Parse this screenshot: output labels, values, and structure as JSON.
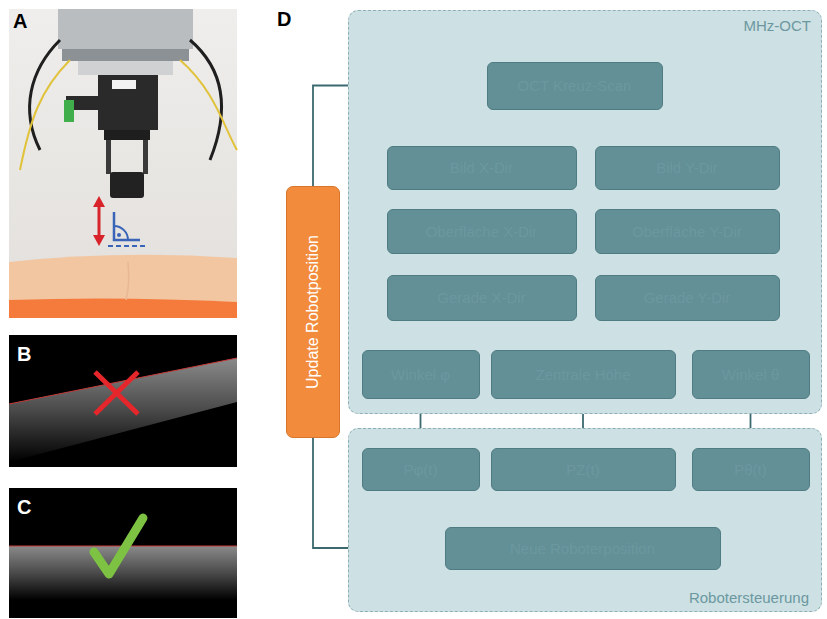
{
  "diagram": {
    "nodes": [
      {
        "text": [
          "MHz-OCT"
        ]
      },
      {
        "text": [
          "OCT Kreuz-Scan"
        ],
        "in": 0
      },
      {
        "text": [
          "Bild X-Dir"
        ],
        "in": 0
      },
      {
        "text": [
          "Bild Y-Dir"
        ],
        "in": 0
      },
      {
        "text": [
          "Oberfläche X-Dir"
        ],
        "in": 0
      },
      {
        "text": [
          "Oberfläche Y-Dir"
        ],
        "in": 0
      },
      {
        "text": [
          "Gerade X-Dir"
        ],
        "in": 0
      },
      {
        "text": [
          "Gerade Y-Dir"
        ],
        "in": 0
      },
      {
        "text": [
          "Winkel φ"
        ],
        "in": 0
      },
      {
        "text": [
          "Zentrale Höhe"
        ],
        "in": 0
      },
      {
        "text": [
          "Winkel θ"
        ],
        "in": 0
      },
      {
        "text": [
          "Robotersteuerung"
        ]
      },
      {
        "text": [
          "Pφ(t)"
        ],
        "in": 11
      },
      {
        "text": [
          "PZ(t)"
        ],
        "in": 11
      },
      {
        "text": [
          "Pθ(t)"
        ],
        "in": 11
      },
      {
        "text": [
          "Neue Roboterposition"
        ],
        "in": 11
      },
      {
        "text": [
          "Update Robotposition"
        ]
      }
    ],
    "edges": [
      {
        "from": 1,
        "to": 2,
        "arrow": "to"
      },
      {
        "from": 1,
        "to": 3,
        "arrow": "to"
      },
      {
        "from": 2,
        "to": 4,
        "arrow": "to"
      },
      {
        "from": 3,
        "to": 5,
        "arrow": "to"
      },
      {
        "from": 4,
        "to": 6,
        "arrow": "to"
      },
      {
        "from": 5,
        "to": 7,
        "arrow": "to"
      },
      {
        "from": 6,
        "to": 8,
        "arrow": "to"
      },
      {
        "from": 6,
        "to": 9,
        "arrow": "to"
      },
      {
        "from": 7,
        "to": 10,
        "arrow": "to"
      },
      {
        "from": 8,
        "to": 12,
        "arrow": "to"
      },
      {
        "from": 9,
        "to": 13,
        "arrow": "to"
      },
      {
        "from": 10,
        "to": 14,
        "arrow": "to"
      },
      {
        "from": 12,
        "to": 15,
        "arrow": "to"
      },
      {
        "from": 13,
        "to": 15,
        "arrow": "to"
      },
      {
        "from": 14,
        "to": 15,
        "arrow": "to"
      },
      {
        "from": 15,
        "to": 16,
        "arrow": "none"
      },
      {
        "from": 16,
        "to": 1,
        "arrow": "to"
      }
    ],
    "labels": [
      "A",
      "B",
      "C",
      "D"
    ]
  }
}
